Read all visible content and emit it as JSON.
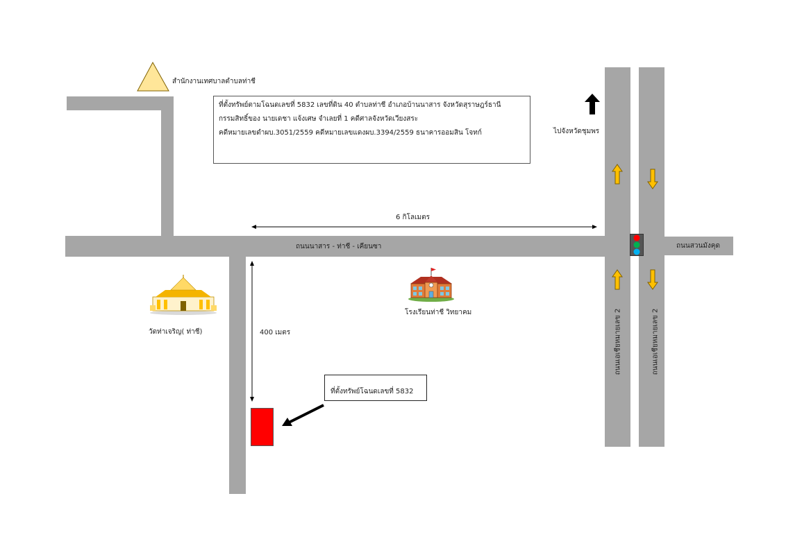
{
  "labels": {
    "municipal_office": "สำนักงานเทศบาลตำบลท่าชี",
    "to_chumphon": "ไปจังหวัดชุมพร",
    "distance_6km": "6 กิโลเมตร",
    "main_road": "ถนนนาสาร - ท่าชี - เคียนซา",
    "suan_mangkhut_road": "ถนนสวนมังคุด",
    "school": "โรงเรียนท่าชี วิทยาคม",
    "temple": "วัดท่าเจริญ( ท่าชี)",
    "distance_400m": "400 เมตร",
    "highway_left": "ถนนเอเชียหมายเลข 2",
    "highway_right": "ถนนเอเชียหมายเลข 2"
  },
  "info_box": {
    "line1": "ที่ตั้งทรัพย์ตามโฉนดเลขที่  5832 เลขที่ดิน 40 ตำบลท่าชี อำเภอบ้านนาสาร จังหวัดสุราษฎร์ธานี",
    "line2": "กรรมสิทธิ์ของ นายเดชา  แจ้งเศษ  จำเลยที่  1 คดีศาลจังหวัดเวียงสระ",
    "line3": "คดีหมายเลขดำผบ.3051/2559 คดีหมายเลขแดงผบ.3394/2559  ธนาคารออมสิน โจทก์"
  },
  "property_box": {
    "label": "ที่ตั้งทรัพย์โฉนดเลขที่  5832"
  },
  "colors": {
    "road": "#a6a6a6",
    "property": "#ff0000",
    "arrow_yellow": "#ffc000",
    "landmark_triangle": "#ffe699"
  },
  "icons": {
    "office": "triangle-icon",
    "temple": "temple-icon",
    "school": "school-icon",
    "traffic_light": "traffic-light-icon",
    "north_arrow": "north-arrow-icon"
  }
}
